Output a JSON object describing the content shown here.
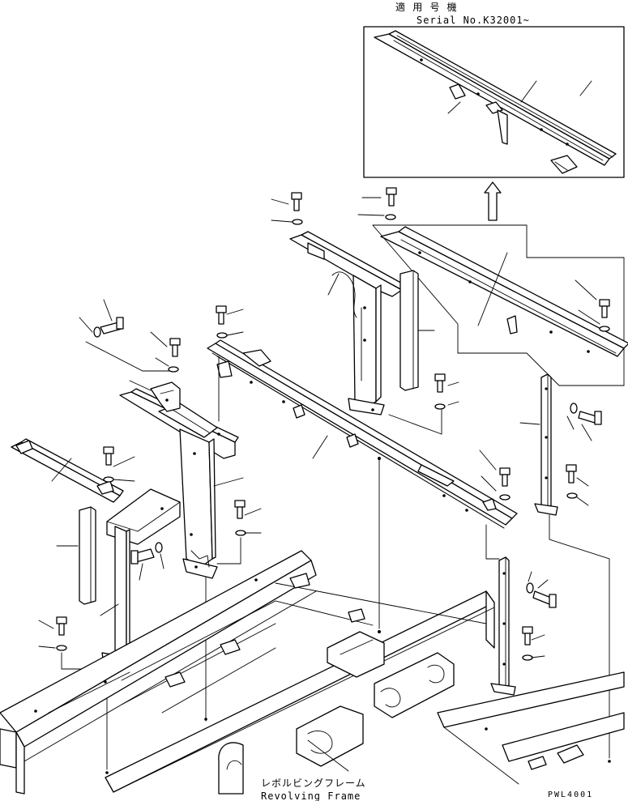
{
  "inset": {
    "title_jp": "適 用 号 機",
    "title_en": "Serial No.K32001~"
  },
  "frame_label": {
    "jp": "レボルビングフレーム",
    "en": "Revolving Frame"
  },
  "drawing_code": "PWL4001"
}
